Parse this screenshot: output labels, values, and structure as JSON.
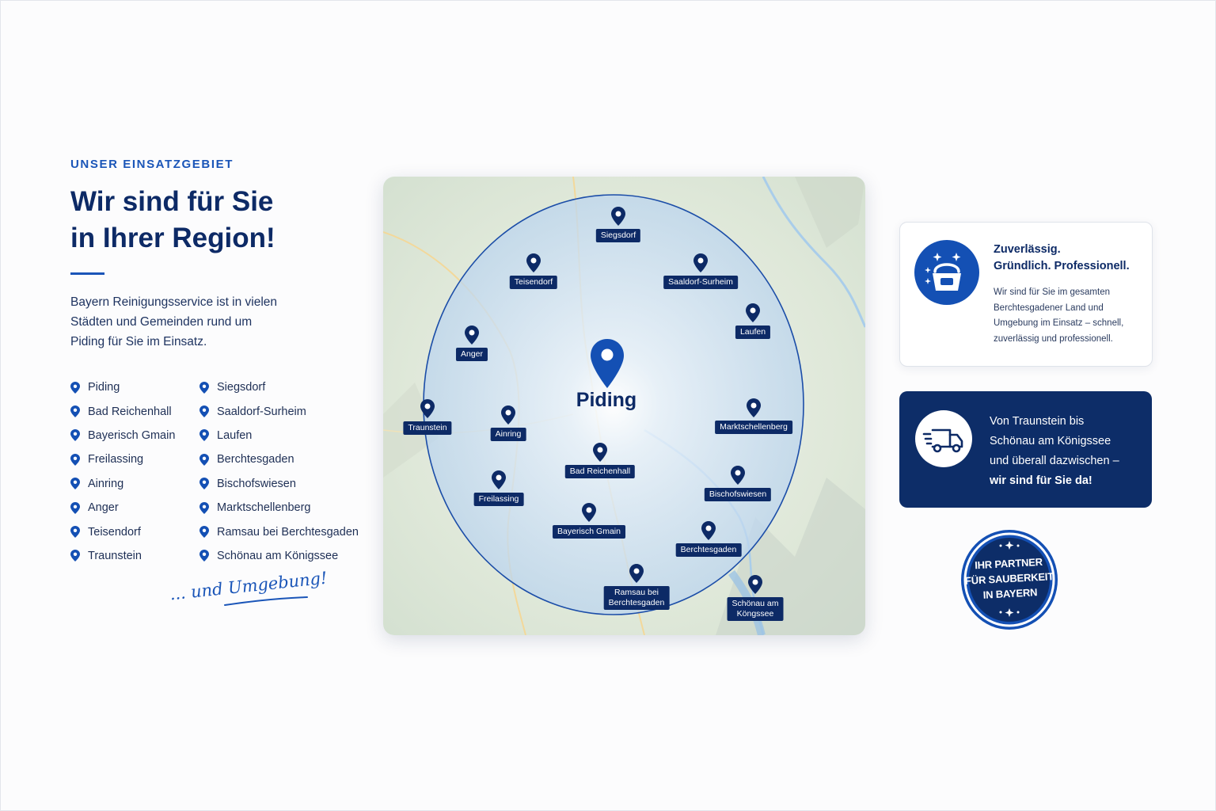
{
  "header": {
    "eyebrow": "UNSER EINSATZGEBIET",
    "headline_line1": "Wir sind für Sie",
    "headline_line2": "in Ihrer Region!"
  },
  "intro": {
    "line1": "Bayern Reinigungsservice ist in vielen",
    "line2": "Städten und Gemeinden rund um",
    "line3": "Piding für Sie im Einsatz."
  },
  "towns_col1": [
    "Piding",
    "Bad Reichenhall",
    "Bayerisch Gmain",
    "Freilassing",
    "Ainring",
    "Anger",
    "Teisendorf",
    "Traunstein"
  ],
  "towns_col2": [
    "Siegsdorf",
    "Saaldorf-Surheim",
    "Laufen",
    "Berchtesgaden",
    "Bischofswiesen",
    "Marktschellenberg",
    "Ramsau bei Berchtesgaden",
    "Schönau am Königssee"
  ],
  "tagline": "... und Umgebung!",
  "map": {
    "center": "Piding",
    "labels": {
      "siegsdorf": "Siegsdorf",
      "teisendorf": "Teisendorf",
      "saaldorf": "Saaldorf-Surheim",
      "laufen": "Laufen",
      "anger": "Anger",
      "traunstein": "Traunstein",
      "ainring": "Ainring",
      "marktschellenberg": "Marktschellenberg",
      "bad_reichenhall": "Bad Reichenhall",
      "freilassing": "Freilassing",
      "bischofswiesen": "Bischofswiesen",
      "bayerisch_gmain": "Bayerisch Gmain",
      "berchtesgaden": "Berchtesgaden",
      "ramsau_line1": "Ramsau bei",
      "ramsau_line2": "Berchtesgaden",
      "schoenau_line1": "Schönau am",
      "schoenau_line2": "Köngssee"
    }
  },
  "card_quality": {
    "title_line1": "Zuverlässig.",
    "title_line2": "Gründlich. Professionell.",
    "text_line1": "Wir sind für Sie im gesamten",
    "text_line2": "Berchtesgadener Land und",
    "text_line3": "Umgebung im Einsatz – schnell,",
    "text_line4": "zuverlässig und professionell.",
    "icon": "cleaning-bucket-icon"
  },
  "card_coverage": {
    "line1": "Von Traunstein bis",
    "line2": "Schönau am Königssee",
    "line3": "und überall dazwischen –",
    "line4": "wir sind für Sie da!",
    "icon": "delivery-truck-icon"
  },
  "badge": {
    "line1": "IHR PARTNER",
    "line2": "FÜR SAUBERKEIT",
    "line3": "IN BAYERN"
  },
  "colors": {
    "navy": "#0d2a66",
    "accent_blue": "#1a55b8",
    "radius_fill": "#c9def3"
  }
}
